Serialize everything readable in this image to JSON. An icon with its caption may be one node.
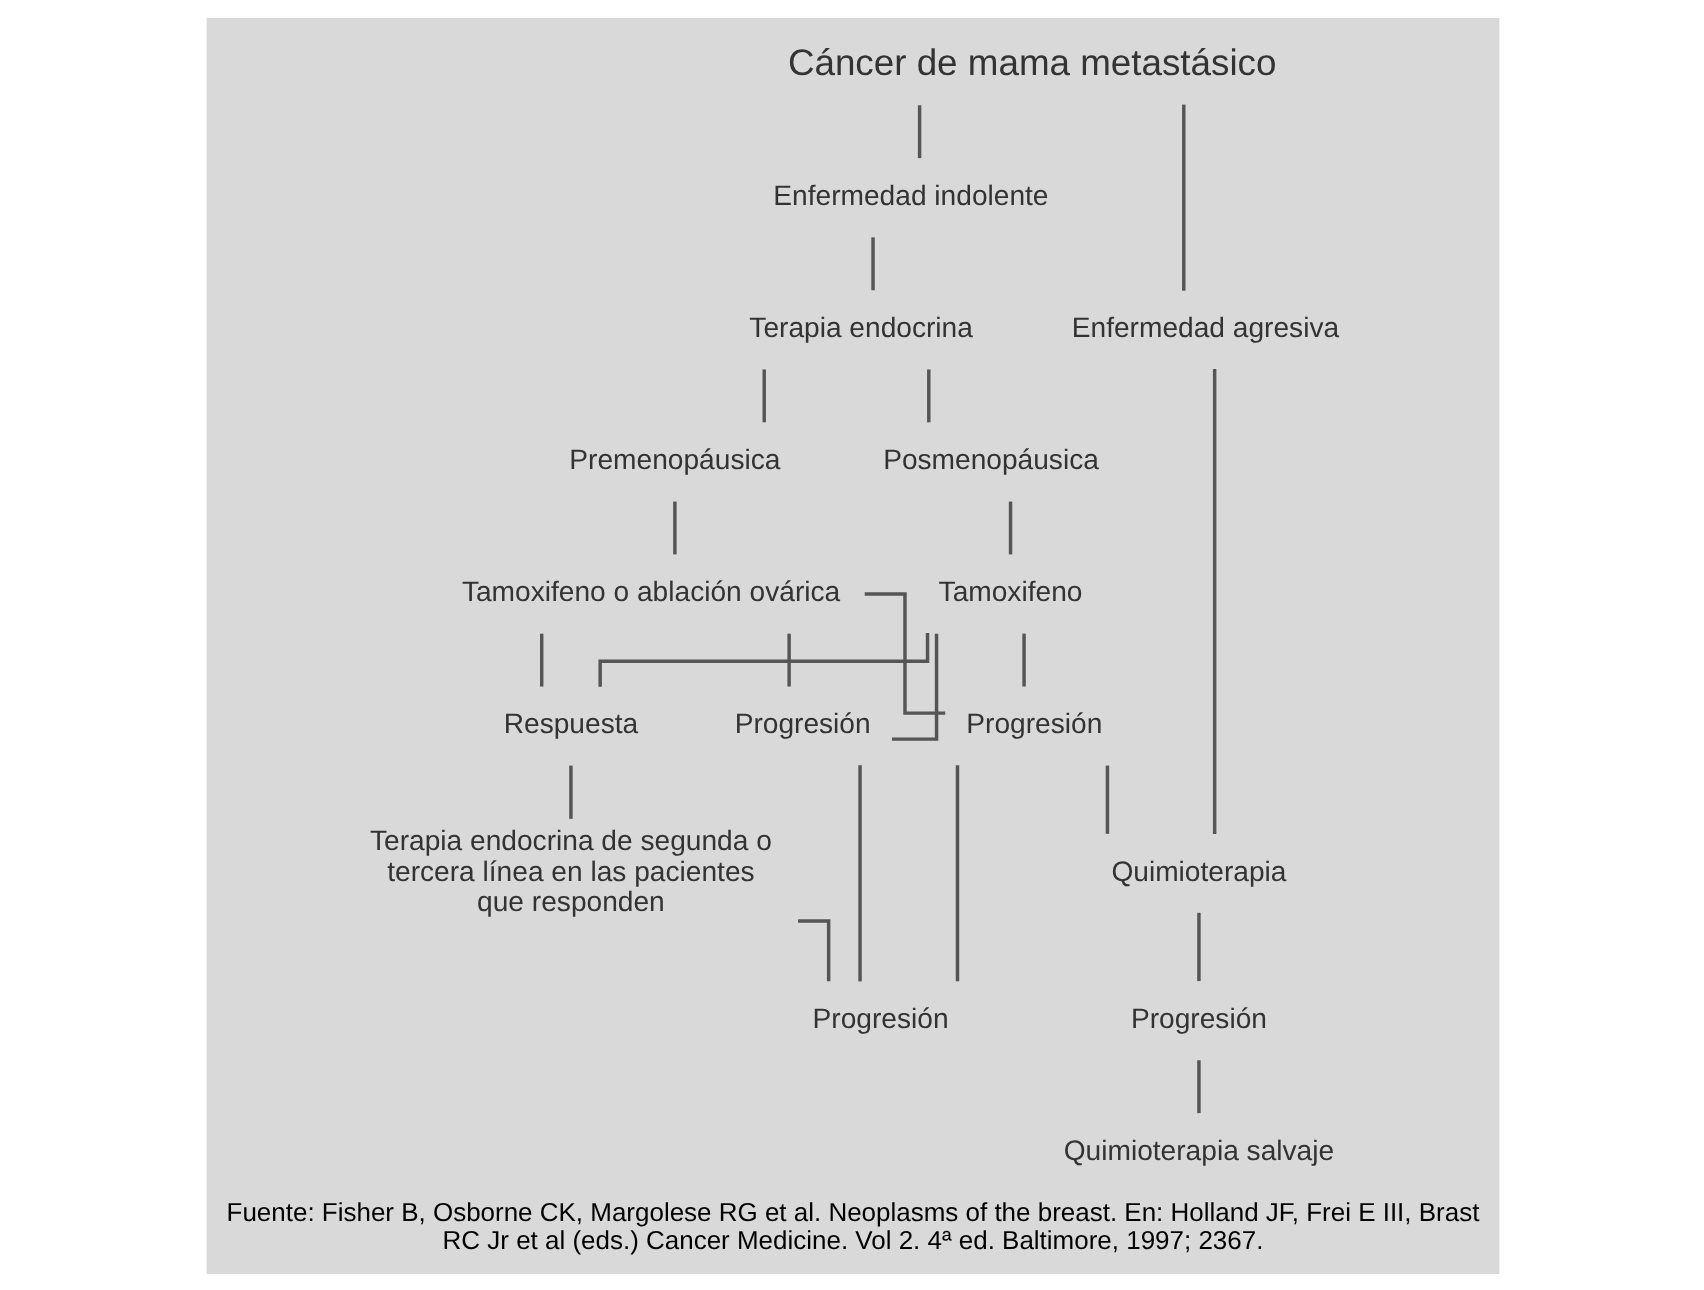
{
  "diagram": {
    "caption": "Fuente: Fisher B, Osborne CK, Margolese RG et al. Neoplasms of the breast. En: Holland JF, Frei E III, Brast RC Jr et al (eds.) Cancer Medicine. Vol 2. 4ª ed. Baltimore, 1997; 2367.",
    "nodes": [
      {
        "text": [
          "Cáncer de mama metastásico"
        ]
      },
      {
        "text": [
          "Enfermedad indolente"
        ]
      },
      {
        "text": [
          "Enfermedad agresiva"
        ]
      },
      {
        "text": [
          "Terapia endocrina"
        ]
      },
      {
        "text": [
          "Premenopáusica"
        ]
      },
      {
        "text": [
          "Posmenopáusica"
        ]
      },
      {
        "text": [
          "Tamoxifeno o ablación ovárica"
        ]
      },
      {
        "text": [
          "Tamoxifeno"
        ]
      },
      {
        "text": [
          "Progresión"
        ]
      },
      {
        "text": [
          "Respuesta"
        ]
      },
      {
        "text": [
          "Progresión"
        ]
      },
      {
        "text": [
          "Terapia endocrina de segunda o tercera línea en las pacientes que responden"
        ]
      },
      {
        "text": [
          "Progresión"
        ]
      },
      {
        "text": [
          "Quimioterapia"
        ]
      },
      {
        "text": [
          "Progresión"
        ]
      },
      {
        "text": [
          "Quimioterapia salvaje"
        ]
      }
    ],
    "edges": [
      {
        "from": 0,
        "to": 1,
        "arrow": "none"
      },
      {
        "from": 0,
        "to": 2,
        "arrow": "none"
      },
      {
        "from": 1,
        "to": 3,
        "arrow": "none"
      },
      {
        "from": 3,
        "to": 4,
        "arrow": "none"
      },
      {
        "from": 3,
        "to": 5,
        "arrow": "none"
      },
      {
        "from": 4,
        "to": 6,
        "arrow": "none"
      },
      {
        "from": 5,
        "to": 7,
        "arrow": "none"
      },
      {
        "from": 6,
        "to": 8,
        "arrow": "none"
      },
      {
        "from": 6,
        "to": 9,
        "arrow": "none"
      },
      {
        "from": 6,
        "to": 10,
        "arrow": "none"
      },
      {
        "from": 7,
        "to": 8,
        "arrow": "none"
      },
      {
        "from": 7,
        "to": 9,
        "arrow": "none"
      },
      {
        "from": 7,
        "to": 10,
        "arrow": "none"
      },
      {
        "from": 9,
        "to": 11,
        "arrow": "none"
      },
      {
        "from": 11,
        "to": 12,
        "arrow": "none"
      },
      {
        "from": 8,
        "to": 12,
        "arrow": "none"
      },
      {
        "from": 10,
        "to": 12,
        "arrow": "none"
      },
      {
        "from": 10,
        "to": 13,
        "arrow": "none"
      },
      {
        "from": 2,
        "to": 13,
        "arrow": "none"
      },
      {
        "from": 13,
        "to": 14,
        "arrow": "none"
      },
      {
        "from": 14,
        "to": 15,
        "arrow": "none"
      }
    ]
  }
}
